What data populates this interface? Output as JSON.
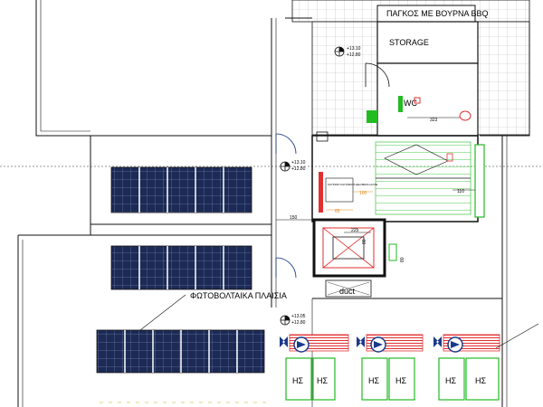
{
  "labels": {
    "bbq": "ΠΑΓΚΟΣ ΜΕ ΒΟΥΡΝΑ BBQ",
    "storage": "STORAGE",
    "wc": "WC",
    "pv": "ΦΩΤΟΒΟΛΤΑΙΚΑ ΠΛΑΙΣΙΑ",
    "duct": "duct",
    "tank_small": "ΚΑΥΣΙΜΟ ΚΑΥΣΙΜΑΤΑ ΔΕΞ/ΜΕΝΗ ΑΛΛΕ"
  },
  "levels": {
    "top": {
      "a": "+13.10",
      "b": "+12.80"
    },
    "mid": {
      "a": "+13.10",
      "b": "+12.80"
    },
    "low": {
      "a": "+13.05",
      "b": "+12.80"
    }
  },
  "dims": {
    "d323": "323",
    "d100": "100",
    "d110": "110",
    "d150": "150",
    "d225": "225",
    "d80a": "80",
    "d80b": "80",
    "d65": "65"
  },
  "solar_units": {
    "he_label": "ΗΣ"
  },
  "colors": {
    "line": "#111111",
    "green": "#22bb22",
    "red": "#e03030",
    "blue": "#1a3a8a",
    "orange": "#e08a1a"
  }
}
